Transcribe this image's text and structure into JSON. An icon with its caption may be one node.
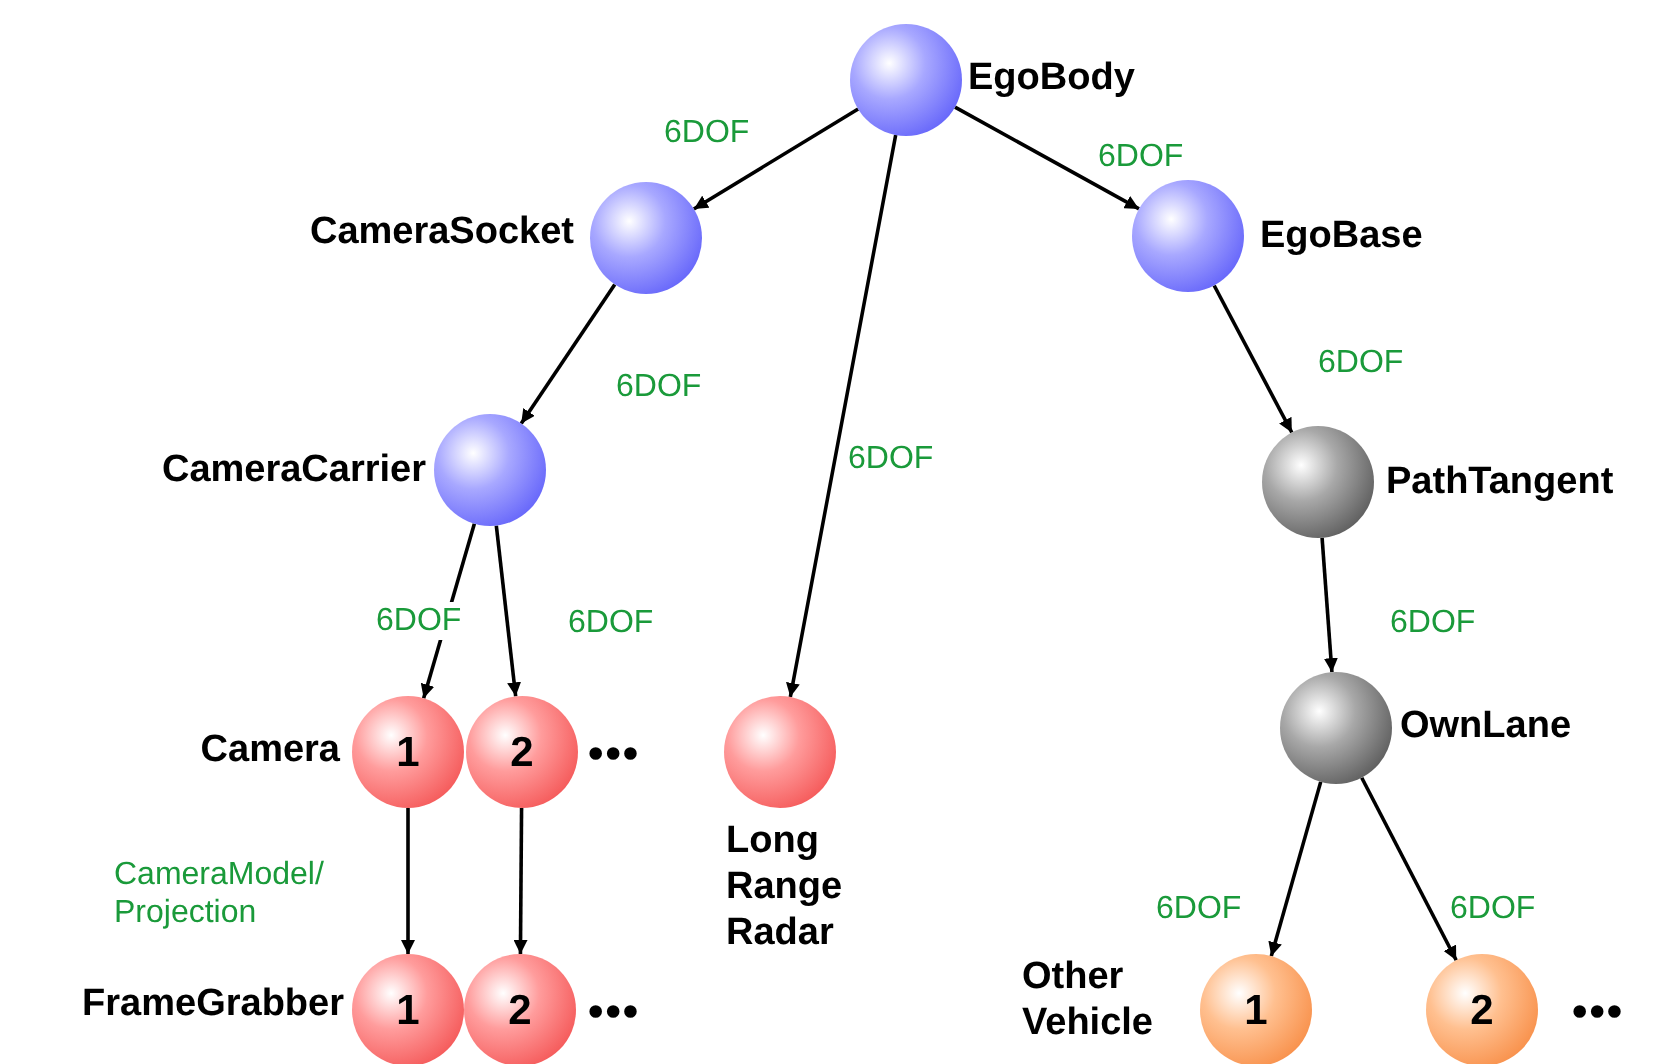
{
  "diagram": {
    "nodes": [
      {
        "text": [
          "EgoBody"
        ]
      },
      {
        "text": [
          "CameraSocket"
        ]
      },
      {
        "text": [
          "CameraCarrier"
        ]
      },
      {
        "text": [
          "EgoBase"
        ]
      },
      {
        "text": [
          "PathTangent"
        ]
      },
      {
        "text": [
          "OwnLane"
        ]
      },
      {
        "text": [
          "Camera",
          "1"
        ]
      },
      {
        "text": [
          "2"
        ]
      },
      {
        "text": [
          "Long Range Radar"
        ]
      },
      {
        "text": [
          "FrameGrabber",
          "1"
        ]
      },
      {
        "text": [
          "2"
        ]
      },
      {
        "text": [
          "Other Vehicle",
          "1"
        ]
      },
      {
        "text": [
          "2"
        ]
      }
    ],
    "edges": [
      {
        "from": 0,
        "to": 1,
        "arrow": "to",
        "label": "6DOF"
      },
      {
        "from": 0,
        "to": 8,
        "arrow": "to",
        "label": "6DOF"
      },
      {
        "from": 0,
        "to": 3,
        "arrow": "to",
        "label": "6DOF"
      },
      {
        "from": 1,
        "to": 2,
        "arrow": "to",
        "label": "6DOF"
      },
      {
        "from": 2,
        "to": 6,
        "arrow": "to",
        "label": "6DOF"
      },
      {
        "from": 2,
        "to": 7,
        "arrow": "to",
        "label": "6DOF"
      },
      {
        "from": 3,
        "to": 4,
        "arrow": "to",
        "label": "6DOF"
      },
      {
        "from": 4,
        "to": 5,
        "arrow": "to",
        "label": "6DOF"
      },
      {
        "from": 5,
        "to": 11,
        "arrow": "to",
        "label": "6DOF"
      },
      {
        "from": 5,
        "to": 12,
        "arrow": "to",
        "label": "6DOF"
      },
      {
        "from": 6,
        "to": 9,
        "arrow": "to",
        "label": "CameraModel/ Projection"
      },
      {
        "from": 7,
        "to": 10,
        "arrow": "to"
      }
    ],
    "labels": [
      "•••",
      "•••",
      "•••"
    ]
  }
}
